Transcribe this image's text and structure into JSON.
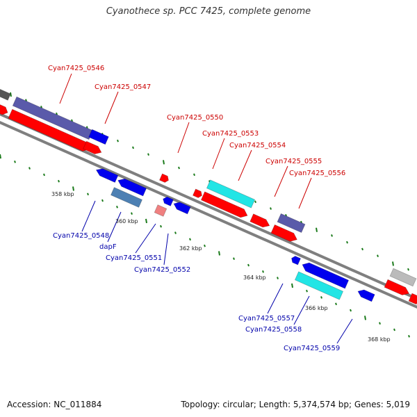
{
  "title": "Cyanothece sp. PCC 7425, complete genome",
  "accession": "Accession: NC_011884",
  "summary": "Topology: circular; Length: 5,374,574 bp; Genes: 5,019",
  "colors": {
    "backbone": "#7f7f7f",
    "tick": "#1a7a1a",
    "top_label": "#cc0000",
    "bottom_label": "#0000aa",
    "red_gene": "#ff0000",
    "blue_gene": "#0000ee",
    "purple_gene": "#5a5aaa",
    "cyan_gene": "#22e5e5",
    "steel_gene": "#4d80b3",
    "pink_gene": "#f08080",
    "gray_gene": "#bbbbbb",
    "dark_gene": "#555555"
  },
  "kbp_labels": [
    "358 kbp",
    "360 kbp",
    "362 kbp",
    "364 kbp",
    "366 kbp",
    "368 kbp"
  ],
  "top_labels": [
    "Cyan7425_0546",
    "Cyan7425_0547",
    "Cyan7425_0550",
    "Cyan7425_0553",
    "Cyan7425_0554",
    "Cyan7425_0555",
    "Cyan7425_0556"
  ],
  "bottom_labels": [
    "Cyan7425_0548",
    "dapF",
    "Cyan7425_0551",
    "Cyan7425_0552",
    "Cyan7425_0557",
    "Cyan7425_0558",
    "Cyan7425_0559"
  ]
}
